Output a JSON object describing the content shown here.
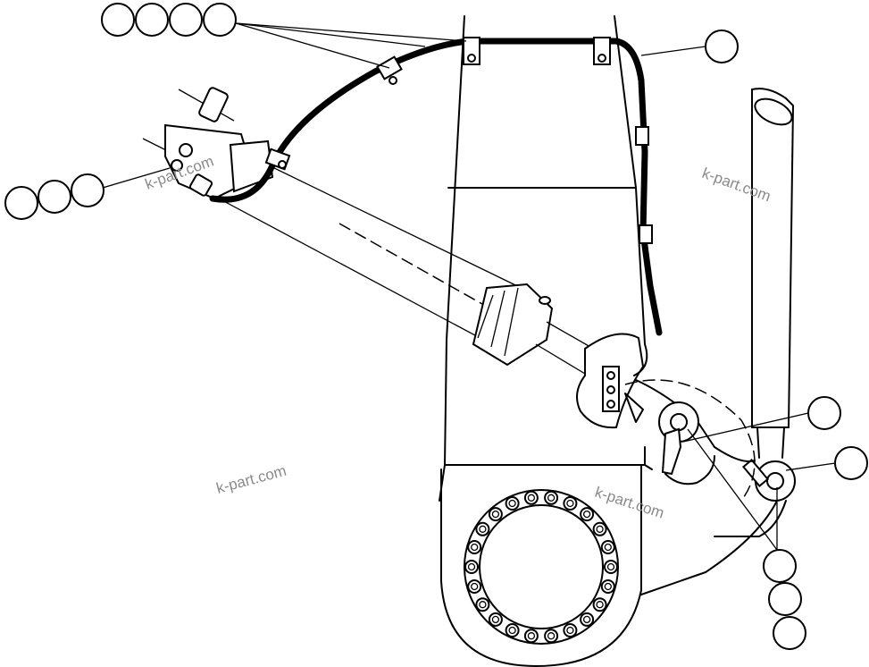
{
  "watermarks": [
    "k-part.com",
    "k-part.com",
    "k-part.com",
    "k-part.com"
  ],
  "callouts": [
    {
      "group": "top-left-row",
      "count": 4,
      "labels": [
        "",
        "",
        "",
        ""
      ]
    },
    {
      "group": "top-right",
      "count": 1,
      "labels": [
        ""
      ]
    },
    {
      "group": "left-row",
      "count": 3,
      "labels": [
        "",
        "",
        ""
      ]
    },
    {
      "group": "right-upper",
      "count": 1,
      "labels": [
        ""
      ]
    },
    {
      "group": "right-lower",
      "count": 1,
      "labels": [
        ""
      ]
    },
    {
      "group": "bottom-column",
      "count": 3,
      "labels": [
        "",
        "",
        ""
      ]
    }
  ],
  "colors": {
    "ink": "#000000",
    "background": "#ffffff",
    "watermark": "#8a8a8a"
  }
}
